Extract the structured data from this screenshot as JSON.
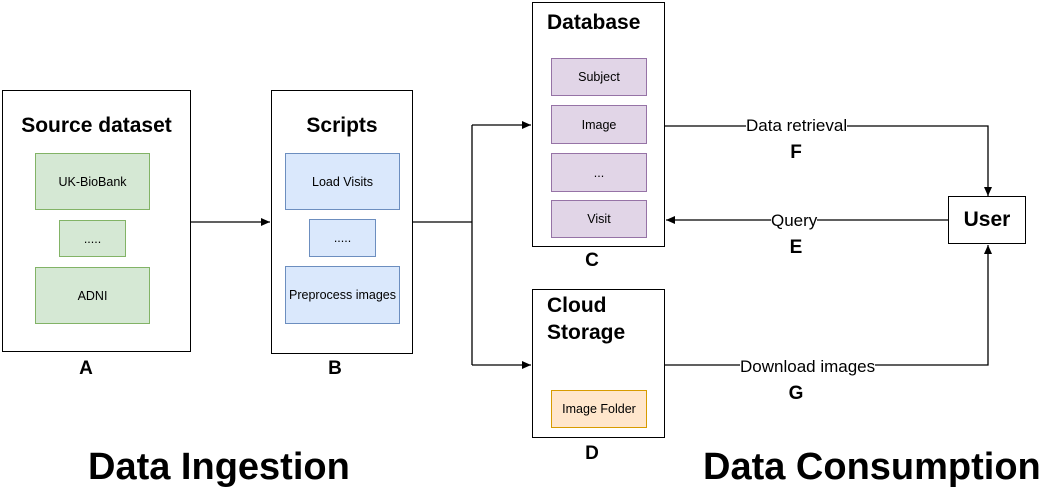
{
  "source": {
    "title": "Source dataset",
    "items": [
      "UK-BioBank",
      ".....",
      "ADNI"
    ],
    "letter": "A"
  },
  "scripts": {
    "title": "Scripts",
    "items": [
      "Load Visits",
      ".....",
      "Preprocess images"
    ],
    "letter": "B"
  },
  "database": {
    "title": "Database",
    "items": [
      "Subject",
      "Image",
      "...",
      "Visit"
    ],
    "letter": "C"
  },
  "cloud": {
    "title_line1": "Cloud",
    "title_line2": "Storage",
    "item": "Image Folder",
    "letter": "D"
  },
  "user": {
    "label": "User"
  },
  "edges": {
    "retrieval": {
      "label": "Data retrieval",
      "letter": "F"
    },
    "query": {
      "label": "Query",
      "letter": "E"
    },
    "download": {
      "label": "Download images",
      "letter": "G"
    }
  },
  "sections": {
    "ingestion": "Data Ingestion",
    "consumption": "Data Consumption"
  }
}
